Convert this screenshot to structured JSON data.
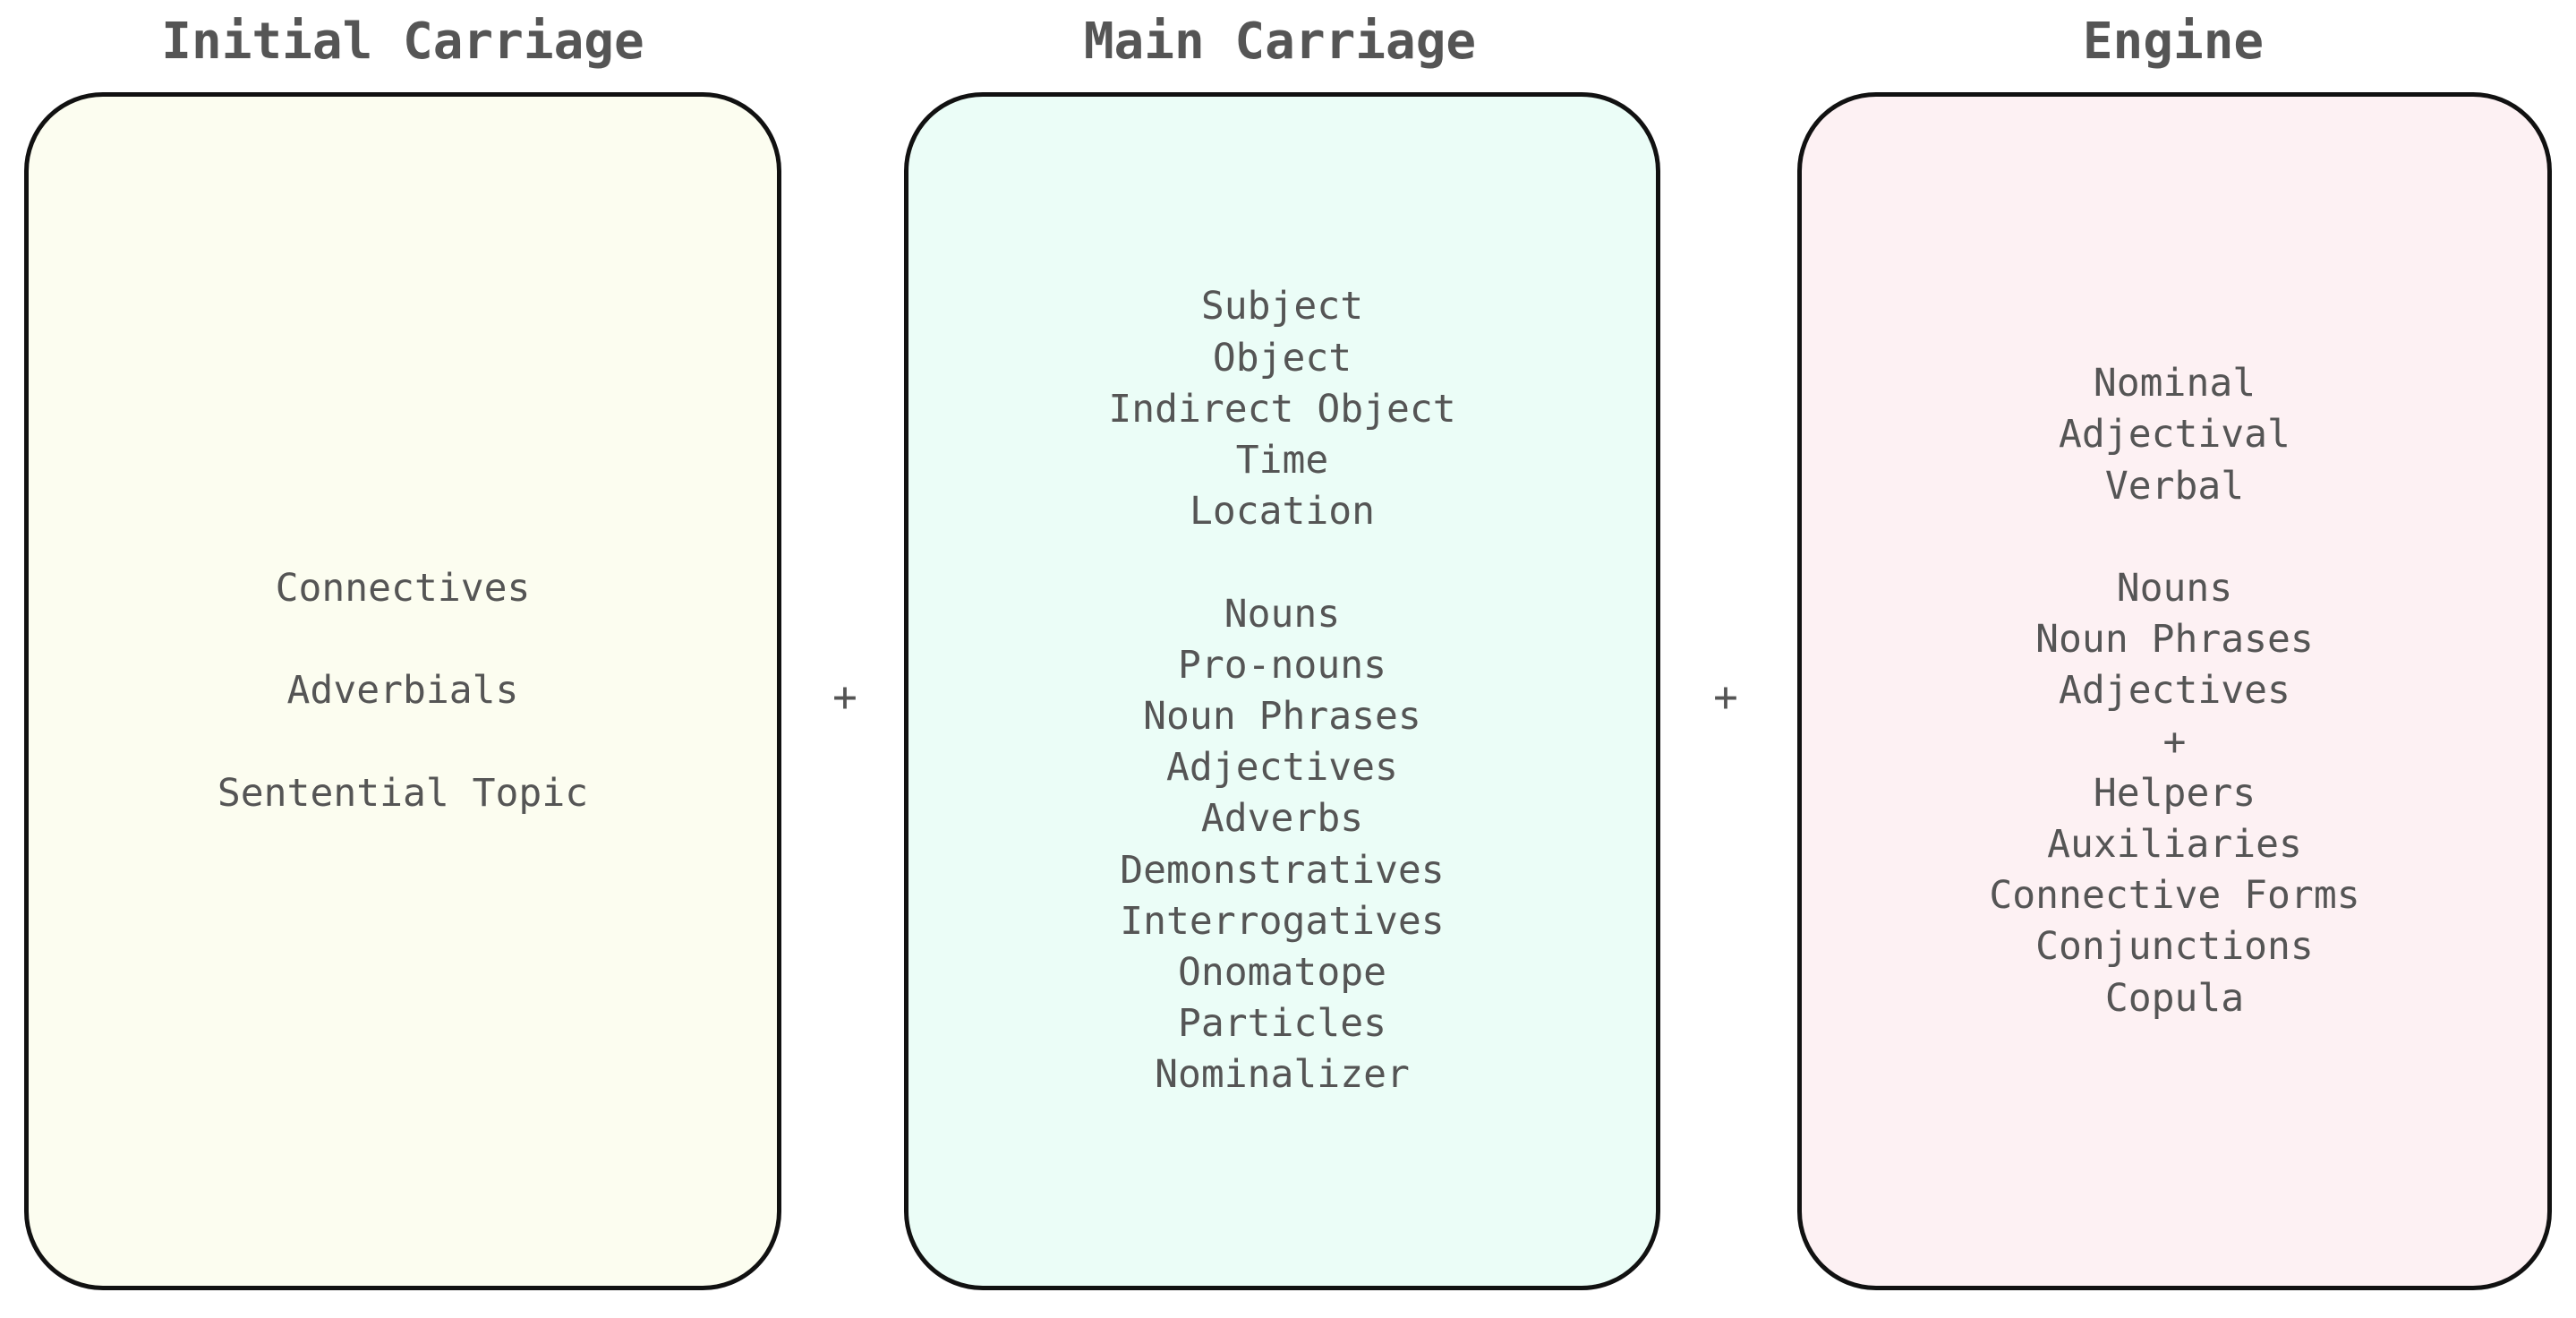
{
  "diagram": {
    "colors": {
      "initial_fill": "#FCFDF0",
      "main_fill": "#EBFDF7",
      "engine_fill": "#FDF1F3",
      "border": "#111111",
      "text": "#555555"
    },
    "plus_sign": "+",
    "columns": [
      {
        "title": "Initial Carriage",
        "groups": [
          [
            "Connectives"
          ],
          [
            "Adverbials"
          ],
          [
            "Sentential Topic"
          ]
        ]
      },
      {
        "title": "Main Carriage",
        "groups": [
          [
            "Subject",
            "Object",
            "Indirect Object",
            "Time",
            "Location"
          ],
          [
            "Nouns",
            "Pro-nouns",
            "Noun Phrases",
            "Adjectives",
            "Adverbs",
            "Demonstratives",
            "Interrogatives",
            "Onomatope",
            "Particles",
            "Nominalizer"
          ]
        ]
      },
      {
        "title": "Engine",
        "groups": [
          [
            "Nominal",
            "Adjectival",
            "Verbal"
          ],
          [
            "Nouns",
            "Noun Phrases",
            "Adjectives",
            "+",
            "Helpers",
            "Auxiliaries",
            "Connective Forms",
            "Conjunctions",
            "Copula"
          ]
        ]
      }
    ]
  }
}
